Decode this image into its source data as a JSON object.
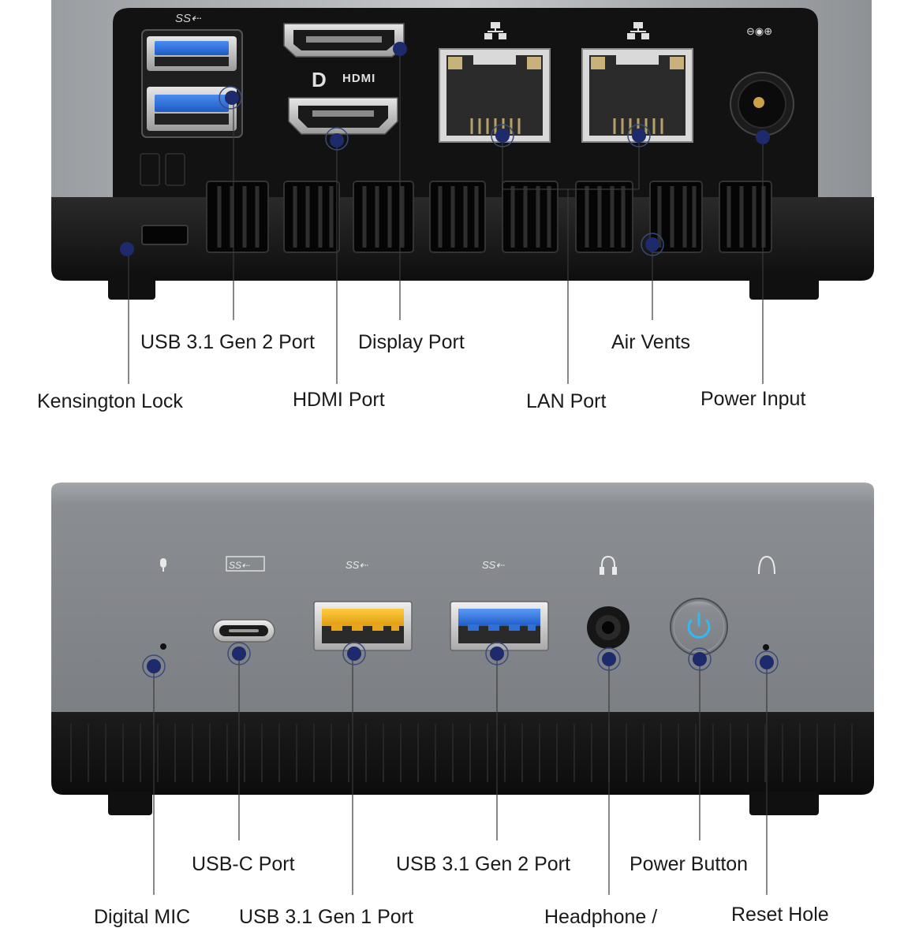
{
  "rear_panel": {
    "brand_marks": {
      "usb_symbol": "SS⇠",
      "hdmi_mark": "HDMI",
      "displayport_mark": "D",
      "dc_symbol": "⊖◉⊕"
    },
    "labels": {
      "usb_31_gen2": "USB 3.1 Gen 2 Port",
      "display_port": "Display Port",
      "air_vents": "Air Vents",
      "kensington_lock": "Kensington Lock",
      "hdmi_port": "HDMI Port",
      "lan_port": "LAN Port",
      "power_input": "Power Input"
    }
  },
  "front_panel": {
    "marks": {
      "usb_c_mark": "SS⇠",
      "usb_gen1_mark": "SS⇠",
      "usb_gen2_mark": "SS⇠"
    },
    "labels": {
      "usb_c_port": "USB-C Port",
      "usb_31_gen2": "USB 3.1 Gen 2 Port",
      "power_button": "Power Button",
      "digital_mic": "Digital MIC",
      "usb_31_gen1": "USB 3.1 Gen 1 Port",
      "headphone": "Headphone /",
      "reset_hole": "Reset Hole"
    }
  },
  "colors": {
    "case_silver": "#8e9195",
    "panel_black": "#111111",
    "usb3_blue": "#2f6fd6",
    "usb_yellow": "#f0b429",
    "power_led": "#35b8f0",
    "callout_dot": "#1d2a6b"
  }
}
